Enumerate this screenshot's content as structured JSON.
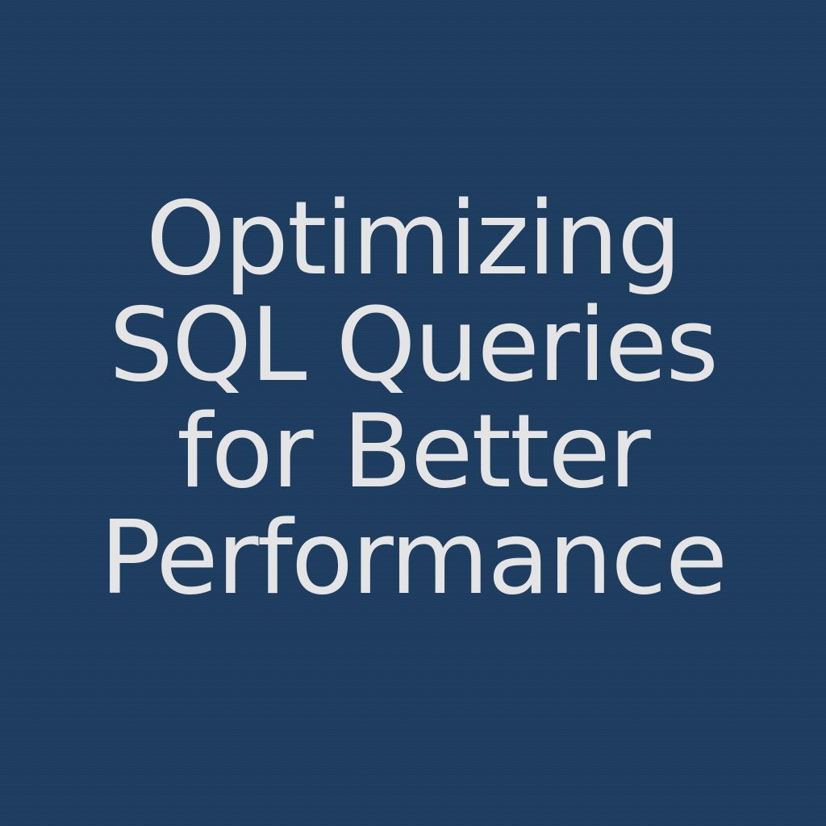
{
  "background_color": "#1d3d60",
  "text_color": "#e4e4e4",
  "title": {
    "lines": [
      "Optimizing",
      "SQL Queries",
      "for Better",
      "Performance"
    ]
  }
}
